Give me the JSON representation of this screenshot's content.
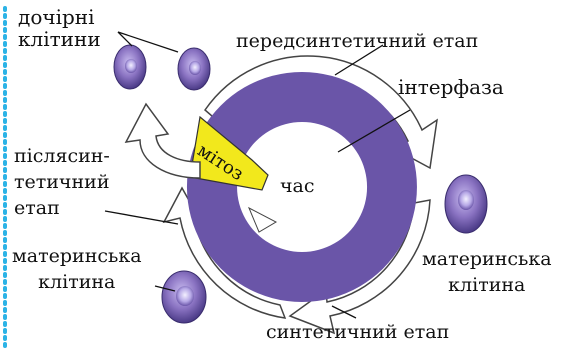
{
  "labels": {
    "daughter_cells": "дочірні\nклітини",
    "presynthetic": "передсинтетичний етап",
    "interphase": "інтерфаза",
    "postsynthetic": "післясин-\nтетичний\nетап",
    "mother_cell_left": "материнська\nклітина",
    "mother_cell_right": "материнська\nклітина",
    "synthetic": "синтетичний етап",
    "mitosis": "мітоз",
    "time": "час"
  },
  "colors": {
    "cycle_purple": "#6a55a8",
    "mitosis_yellow": "#f2e81c",
    "cell_purple": "#8a73c2",
    "margin_dots": "#2bb3e6"
  },
  "icons": [
    "cycle-arrow-icon",
    "time-arrow-icon",
    "cell-icon"
  ]
}
